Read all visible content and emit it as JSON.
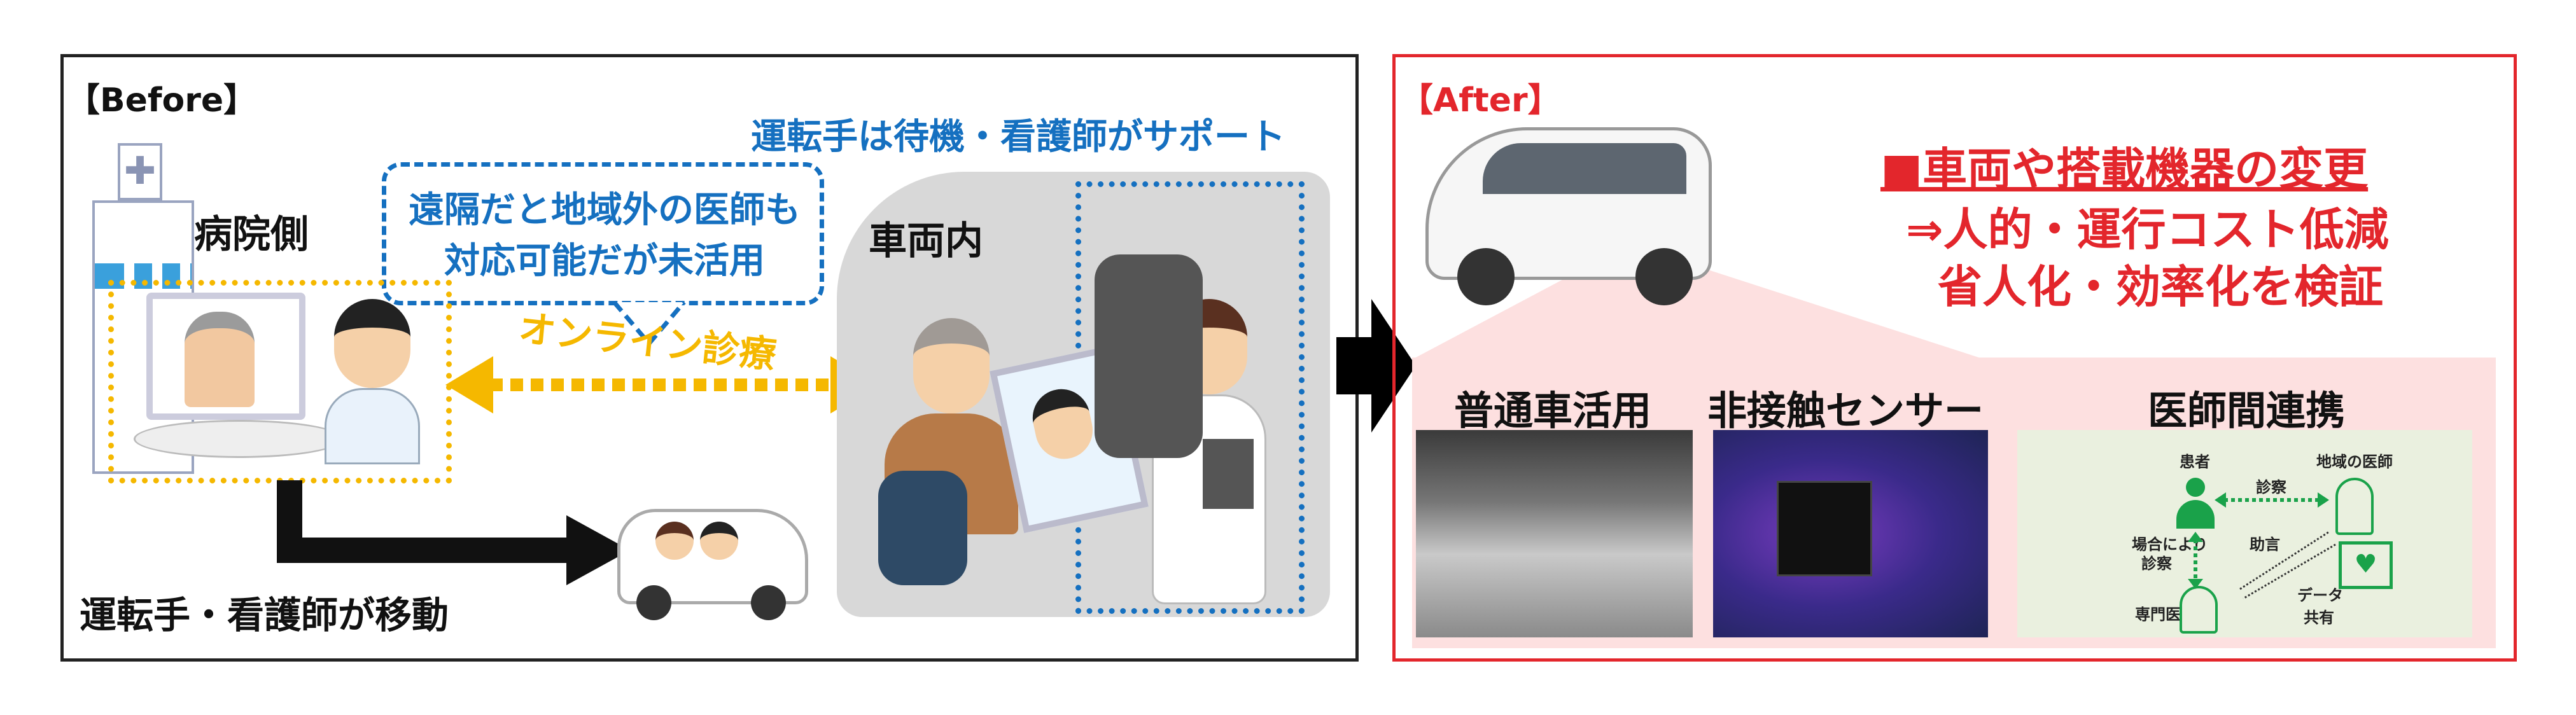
{
  "before": {
    "label": "【Before】",
    "support_note": "運転手は待機・看護師がサポート",
    "hospital_label": "病院側",
    "bubble_line1": "遠隔だと地域外の医師も",
    "bubble_line2": "対応可能だが未活用",
    "online_label": "オンライン診療",
    "vehicle_inside_label": "車両内",
    "move_label": "運転手・看護師が移動"
  },
  "after": {
    "label": "【After】",
    "headline": "■車両や搭載機器の変更",
    "line2": "⇒人的・運行コスト低減",
    "line3": "省人化・効率化を検証",
    "items": [
      {
        "title": "普通車活用"
      },
      {
        "title": "非接触センサー"
      },
      {
        "title": "医師間連携"
      }
    ],
    "diagram": {
      "patient": "患者",
      "local_doctor": "地域の医師",
      "consult": "診察",
      "conditional_line1": "場合により",
      "conditional_line2": "診察",
      "advice": "助言",
      "data_line1": "データ",
      "data_line2": "共有",
      "specialist": "専門医"
    }
  },
  "colors": {
    "blue": "#1570c0",
    "red": "#e3262c",
    "yellow": "#f5b800",
    "pink": "#fde0e0",
    "green": "#1aa24a"
  }
}
